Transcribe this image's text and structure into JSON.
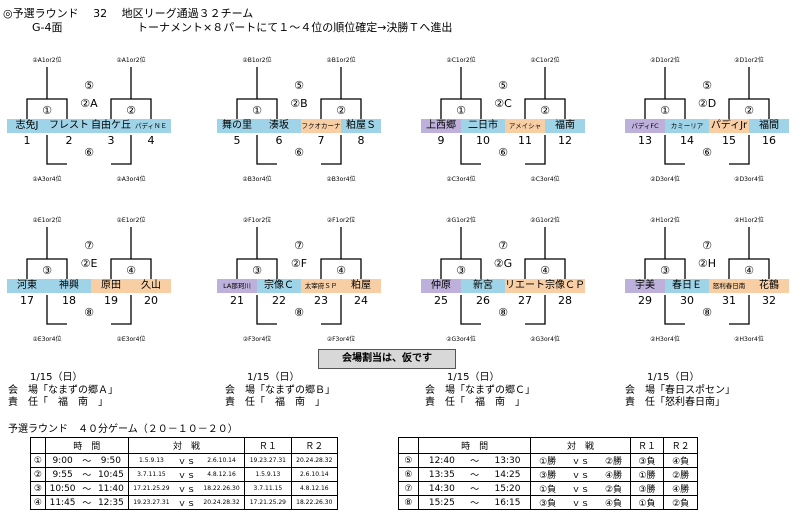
{
  "header": {
    "title": "◎予選ラウンド　 32　 地区リーグ通過３２チーム",
    "court": "G-4面",
    "desc": "トーナメント×８パートにて１～４位の順位確定→決勝Ｔへ進出"
  },
  "blocks": [
    {
      "top": {
        "left": "②A1or2位",
        "right": "②A1or2位"
      },
      "bottom": {
        "left": "②A3or4位",
        "right": "②A3or4位"
      },
      "m1": "①",
      "m2": "②",
      "m3": "②A",
      "m4": "⑤",
      "m5": "⑥",
      "teams": [
        "志免J",
        "フレスト",
        "自由ケ丘",
        "パディＮＥ"
      ],
      "nums": [
        "1",
        "2",
        "3",
        "4"
      ],
      "colors": [
        "b",
        "b",
        "b",
        "b"
      ],
      "small": [
        false,
        false,
        false,
        true
      ]
    },
    {
      "top": {
        "left": "②B1or2位",
        "right": "②B1or2位"
      },
      "bottom": {
        "left": "②B3or4位",
        "right": "②B3or4位"
      },
      "m1": "①",
      "m2": "②",
      "m3": "②B",
      "m4": "⑤",
      "m5": "⑥",
      "teams": [
        "舞の里",
        "湊坂",
        "フクオカーナ",
        "粕屋Ｓ"
      ],
      "nums": [
        "5",
        "6",
        "7",
        "8"
      ],
      "colors": [
        "b",
        "b",
        "o",
        "b"
      ],
      "small": [
        false,
        false,
        true,
        false
      ]
    },
    {
      "top": {
        "left": "②C1or2位",
        "right": "②C1or2位"
      },
      "bottom": {
        "left": "②C3or4位",
        "right": "②C3or4位"
      },
      "m1": "①",
      "m2": "②",
      "m3": "②C",
      "m4": "⑤",
      "m5": "⑥",
      "teams": [
        "上西郷",
        "二日市",
        "アメイシャ",
        "福南"
      ],
      "nums": [
        "9",
        "10",
        "11",
        "12"
      ],
      "colors": [
        "p",
        "b",
        "o",
        "b"
      ],
      "small": [
        false,
        false,
        true,
        false
      ]
    },
    {
      "top": {
        "left": "②D1or2位",
        "right": "②D1or2位"
      },
      "bottom": {
        "left": "②D3or4位",
        "right": "②D3or4位"
      },
      "m1": "①",
      "m2": "②",
      "m3": "②D",
      "m4": "⑤",
      "m5": "⑥",
      "teams": [
        "パディFC",
        "カミーリア",
        "パディJr",
        "福間"
      ],
      "nums": [
        "13",
        "14",
        "15",
        "16"
      ],
      "colors": [
        "p",
        "b",
        "o",
        "b"
      ],
      "small": [
        true,
        true,
        false,
        false
      ]
    },
    {
      "top": {
        "left": "②E1or2位",
        "right": "②E1or2位"
      },
      "bottom": {
        "left": "②E3or4位",
        "right": "②E3or4位"
      },
      "m1": "③",
      "m2": "④",
      "m3": "②E",
      "m4": "⑦",
      "m5": "⑧",
      "teams": [
        "河東",
        "神興",
        "原田",
        "久山"
      ],
      "nums": [
        "17",
        "18",
        "19",
        "20"
      ],
      "colors": [
        "b",
        "b",
        "o",
        "o"
      ],
      "small": [
        false,
        false,
        false,
        false
      ]
    },
    {
      "top": {
        "left": "②F1or2位",
        "right": "②F1or2位"
      },
      "bottom": {
        "left": "②F3or4位",
        "right": "②F3or4位"
      },
      "m1": "③",
      "m2": "④",
      "m3": "②F",
      "m4": "⑦",
      "m5": "⑧",
      "teams": [
        "LA那珂川",
        "宗像Ｃ",
        "太宰府ＳＰ",
        "粕屋"
      ],
      "nums": [
        "21",
        "22",
        "23",
        "24"
      ],
      "colors": [
        "p",
        "b",
        "o",
        "o"
      ],
      "small": [
        true,
        false,
        true,
        false
      ]
    },
    {
      "top": {
        "left": "②G1or2位",
        "right": "②G1or2位"
      },
      "bottom": {
        "left": "②G3or4位",
        "right": "②G3or4位"
      },
      "m1": "③",
      "m2": "④",
      "m3": "②G",
      "m4": "⑦",
      "m5": "⑧",
      "teams": [
        "仲原",
        "新宮",
        "リエート",
        "宗像ＣＰ"
      ],
      "nums": [
        "25",
        "26",
        "27",
        "28"
      ],
      "colors": [
        "p",
        "b",
        "o",
        "o"
      ],
      "small": [
        false,
        false,
        false,
        false
      ]
    },
    {
      "top": {
        "left": "②H1or2位",
        "right": "②H1or2位"
      },
      "bottom": {
        "left": "②H3or4位",
        "right": "②H3or4位"
      },
      "m1": "③",
      "m2": "④",
      "m3": "②H",
      "m4": "⑦",
      "m5": "⑧",
      "teams": [
        "宇美",
        "春日Ｅ",
        "怒利春日南",
        "花鶴"
      ],
      "nums": [
        "29",
        "30",
        "31",
        "32"
      ],
      "colors": [
        "p",
        "b",
        "o",
        "o"
      ],
      "small": [
        false,
        false,
        true,
        false
      ]
    }
  ],
  "notice": "会場割当は、仮です",
  "venues": [
    {
      "date": "1/15（日）",
      "venue": "会　場「なまずの郷Ａ」",
      "resp": "責　任「　福　南　」"
    },
    {
      "date": "1/15（日）",
      "venue": "会　場「なまずの郷Ｂ」",
      "resp": "責　任「　福　南　」"
    },
    {
      "date": "1/15（日）",
      "venue": "会　場「なまずの郷Ｃ」",
      "resp": "責　任「　福　南　」"
    },
    {
      "date": "1/15（日）",
      "venue": "会　場「春日スポセン」",
      "resp": "責　任「怒利春日南」"
    }
  ],
  "schedule": {
    "title": "予選ラウンド　４０分ゲーム（２０－１０－２０）",
    "headers": [
      "時　問",
      "対　戦",
      "Ｒ１",
      "Ｒ２"
    ],
    "left": [
      {
        "no": "①",
        "start": "9:00",
        "end": "9:50",
        "a": "1.5.9.13",
        "b": "2.6.10.14",
        "r1": "19.23.27.31",
        "r2": "20.24.28.32"
      },
      {
        "no": "②",
        "start": "9:55",
        "end": "10:45",
        "a": "3.7.11.15",
        "b": "4.8.12.16",
        "r1": "1.5.9.13",
        "r2": "2.6.10.14"
      },
      {
        "no": "③",
        "start": "10:50",
        "end": "11:40",
        "a": "17.21.25.29",
        "b": "18.22.26.30",
        "r1": "3.7.11.15",
        "r2": "4.8.12.16"
      },
      {
        "no": "④",
        "start": "11:45",
        "end": "12:35",
        "a": "19.23.27.31",
        "b": "20.24.28.32",
        "r1": "17.21.25.29",
        "r2": "18.22.26.30"
      }
    ],
    "right": [
      {
        "no": "⑤",
        "start": "12:40",
        "end": "13:30",
        "a": "①勝",
        "b": "②勝",
        "r1": "③負",
        "r2": "④負"
      },
      {
        "no": "⑥",
        "start": "13:35",
        "end": "14:25",
        "a": "③勝",
        "b": "④勝",
        "r1": "①勝",
        "r2": "②勝"
      },
      {
        "no": "⑦",
        "start": "14:30",
        "end": "15:20",
        "a": "①負",
        "b": "②負",
        "r1": "③勝",
        "r2": "④勝"
      },
      {
        "no": "⑧",
        "start": "15:25",
        "end": "16:15",
        "a": "③負",
        "b": "④負",
        "r1": "①負",
        "r2": "②負"
      }
    ],
    "tilde": "～",
    "vs": "ｖｓ"
  }
}
